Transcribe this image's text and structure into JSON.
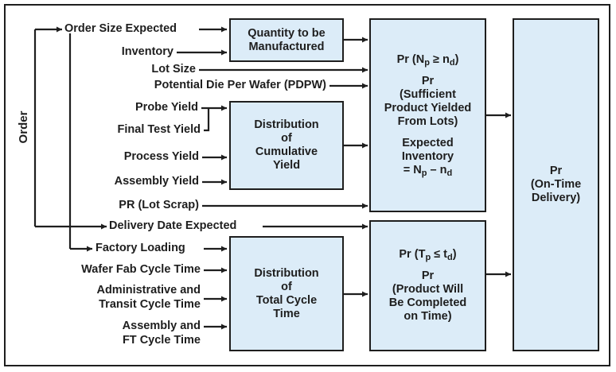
{
  "left_label": "Order",
  "inputs": {
    "order_size": "Order Size Expected",
    "inventory": "Inventory",
    "lot_size": "Lot Size",
    "pdpw": "Potential Die Per Wafer (PDPW)",
    "probe_yield": "Probe Yield",
    "final_test_yield": "Final Test Yield",
    "process_yield": "Process Yield",
    "assembly_yield": "Assembly Yield",
    "lot_scrap": "PR (Lot Scrap)",
    "delivery_date": "Delivery Date Expected",
    "factory_loading": "Factory Loading",
    "wafer_fab": "Wafer Fab Cycle Time",
    "admin_transit_1": "Administrative and",
    "admin_transit_2": "Transit Cycle Time",
    "assembly_ft_1": "Assembly and",
    "assembly_ft_2": "FT Cycle Time"
  },
  "boxes": {
    "quantity": [
      "Quantity to be",
      "Manufactured"
    ],
    "cum_yield": [
      "Distribution",
      "of",
      "Cumulative",
      "Yield"
    ],
    "cycle_time": [
      "Distribution",
      "of",
      "Total Cycle",
      "Time"
    ],
    "sufficient": {
      "pr_main": "Pr",
      "pr_open": "(N",
      "pr_sub1": "p",
      "pr_rel": " ≥ n",
      "pr_sub2": "d",
      "pr_close": ")",
      "desc": [
        "Pr",
        "(Sufficient",
        "Product Yielded",
        "From Lots)"
      ],
      "inv1": "Expected",
      "inv2": "Inventory",
      "inv_eq": "= N",
      "inv_sub1": "p",
      "inv_minus": " – n",
      "inv_sub2": "d"
    },
    "completed": {
      "pr_main": "Pr",
      "pr_open": "(T",
      "pr_sub1": "p",
      "pr_rel": " ≤ t",
      "pr_sub2": "d",
      "pr_close": ")",
      "desc": [
        "Pr",
        "(Product Will",
        "Be Completed",
        "on Time)"
      ]
    },
    "on_time": [
      "Pr",
      "(On-Time",
      "Delivery)"
    ]
  },
  "colors": {
    "box_fill": "#dcecf8",
    "line": "#1e1e1e"
  }
}
